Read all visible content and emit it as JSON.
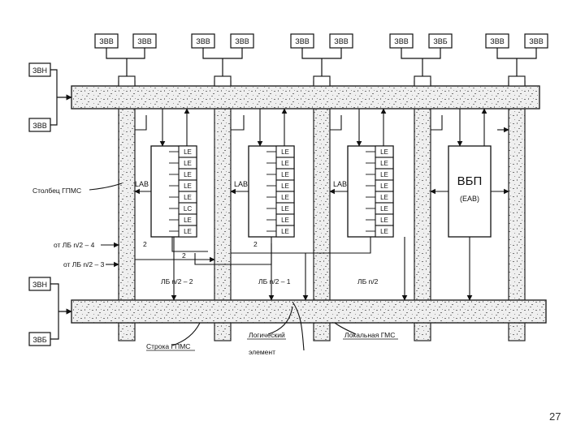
{
  "diagram": {
    "top_io": [
      "ЗВВ",
      "ЗВВ",
      "ЗВВ",
      "ЗВВ",
      "ЗВВ",
      "ЗВВ",
      "ЗВВ",
      "ЗВБ",
      "ЗВВ",
      "ЗВВ"
    ],
    "left_io_top": [
      "ЗВН",
      "ЗВВ"
    ],
    "left_io_bottom": [
      "ЗВН",
      "ЗВБ"
    ],
    "lab_label": "LAB",
    "le_label": "LE",
    "le_label_variant": "LC",
    "esb_title": "ВБП",
    "esb_sub": "(EAB)",
    "labels": {
      "column_fast": "Столбец ГПМС",
      "from_lb_1": "от ЛБ n/2 – 4",
      "from_lb_2": "от ЛБ n/2 – 3",
      "num_two": "2",
      "lb_a": "ЛБ n/2 – 2",
      "lb_b": "ЛБ n/2 – 1",
      "lb_c": "ЛБ n/2",
      "row_fast": "Строка ГПМС",
      "logic_el_1": "Логический",
      "logic_el_2": "элемент",
      "local_ic": "Локальная ГМС"
    }
  },
  "page": {
    "number": "27"
  }
}
